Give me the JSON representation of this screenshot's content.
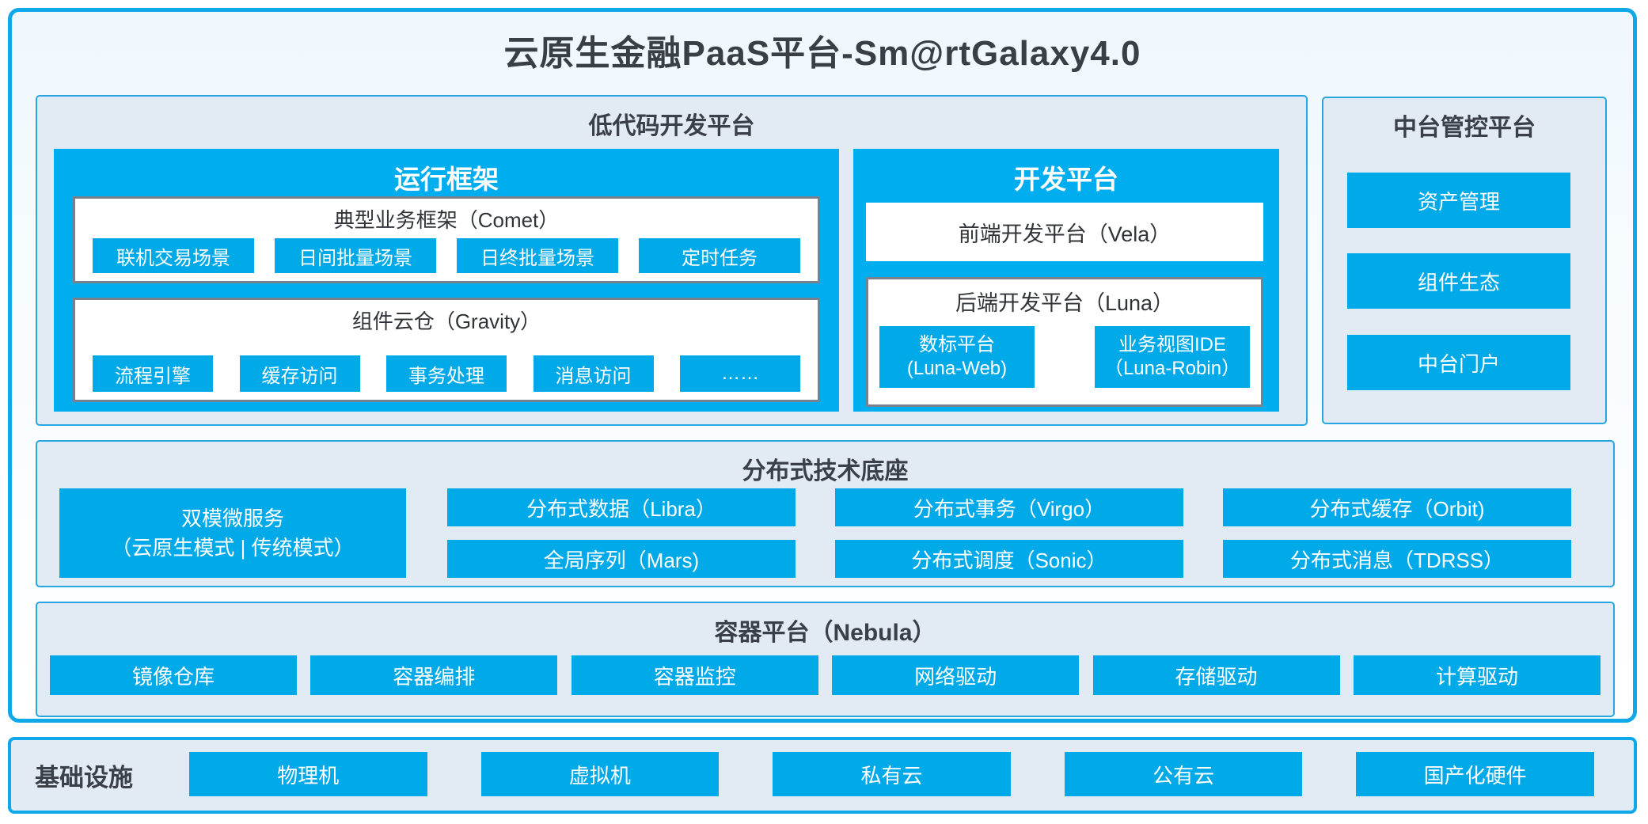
{
  "title": "云原生金融PaaS平台-Sm@rtGalaxy4.0",
  "colors": {
    "frame_border_blue": "#0FA9E9",
    "panel_blue": "#00ADEE",
    "button_blue": "#00A9E8",
    "container_bg": "#E2EAF4",
    "gray_box_border": "#78818F",
    "dark_text": "#3B4048"
  },
  "low_code": {
    "title": "低代码开发平台",
    "runtime": {
      "title": "运行框架",
      "comet": {
        "title": "典型业务框架（Comet）",
        "items": [
          "联机交易场景",
          "日间批量场景",
          "日终批量场景",
          "定时任务"
        ]
      },
      "gravity": {
        "title": "组件云仓（Gravity）",
        "items": [
          "流程引擎",
          "缓存访问",
          "事务处理",
          "消息访问",
          "……"
        ]
      }
    },
    "dev": {
      "title": "开发平台",
      "vela": "前端开发平台（Vela）",
      "luna": {
        "title": "后端开发平台（Luna）",
        "web": {
          "line1": "数标平台",
          "line2": "(Luna-Web)"
        },
        "robin": {
          "line1": "业务视图IDE",
          "line2": "（Luna-Robin）"
        }
      }
    }
  },
  "mid_platform": {
    "title": "中台管控平台",
    "items": [
      "资产管理",
      "组件生态",
      "中台门户"
    ]
  },
  "distributed": {
    "title": "分布式技术底座",
    "dual_mode": {
      "line1": "双模微服务",
      "line2": "（云原生模式 | 传统模式）"
    },
    "items": [
      "分布式数据（Libra）",
      "分布式事务（Virgo）",
      "分布式缓存（Orbit)",
      "全局序列（Mars)",
      "分布式调度（Sonic）",
      "分布式消息（TDRSS）"
    ]
  },
  "container_platform": {
    "title": "容器平台（Nebula）",
    "items": [
      "镜像仓库",
      "容器编排",
      "容器监控",
      "网络驱动",
      "存储驱动",
      "计算驱动"
    ]
  },
  "infrastructure": {
    "title": "基础设施",
    "items": [
      "物理机",
      "虚拟机",
      "私有云",
      "公有云",
      "国产化硬件"
    ]
  }
}
